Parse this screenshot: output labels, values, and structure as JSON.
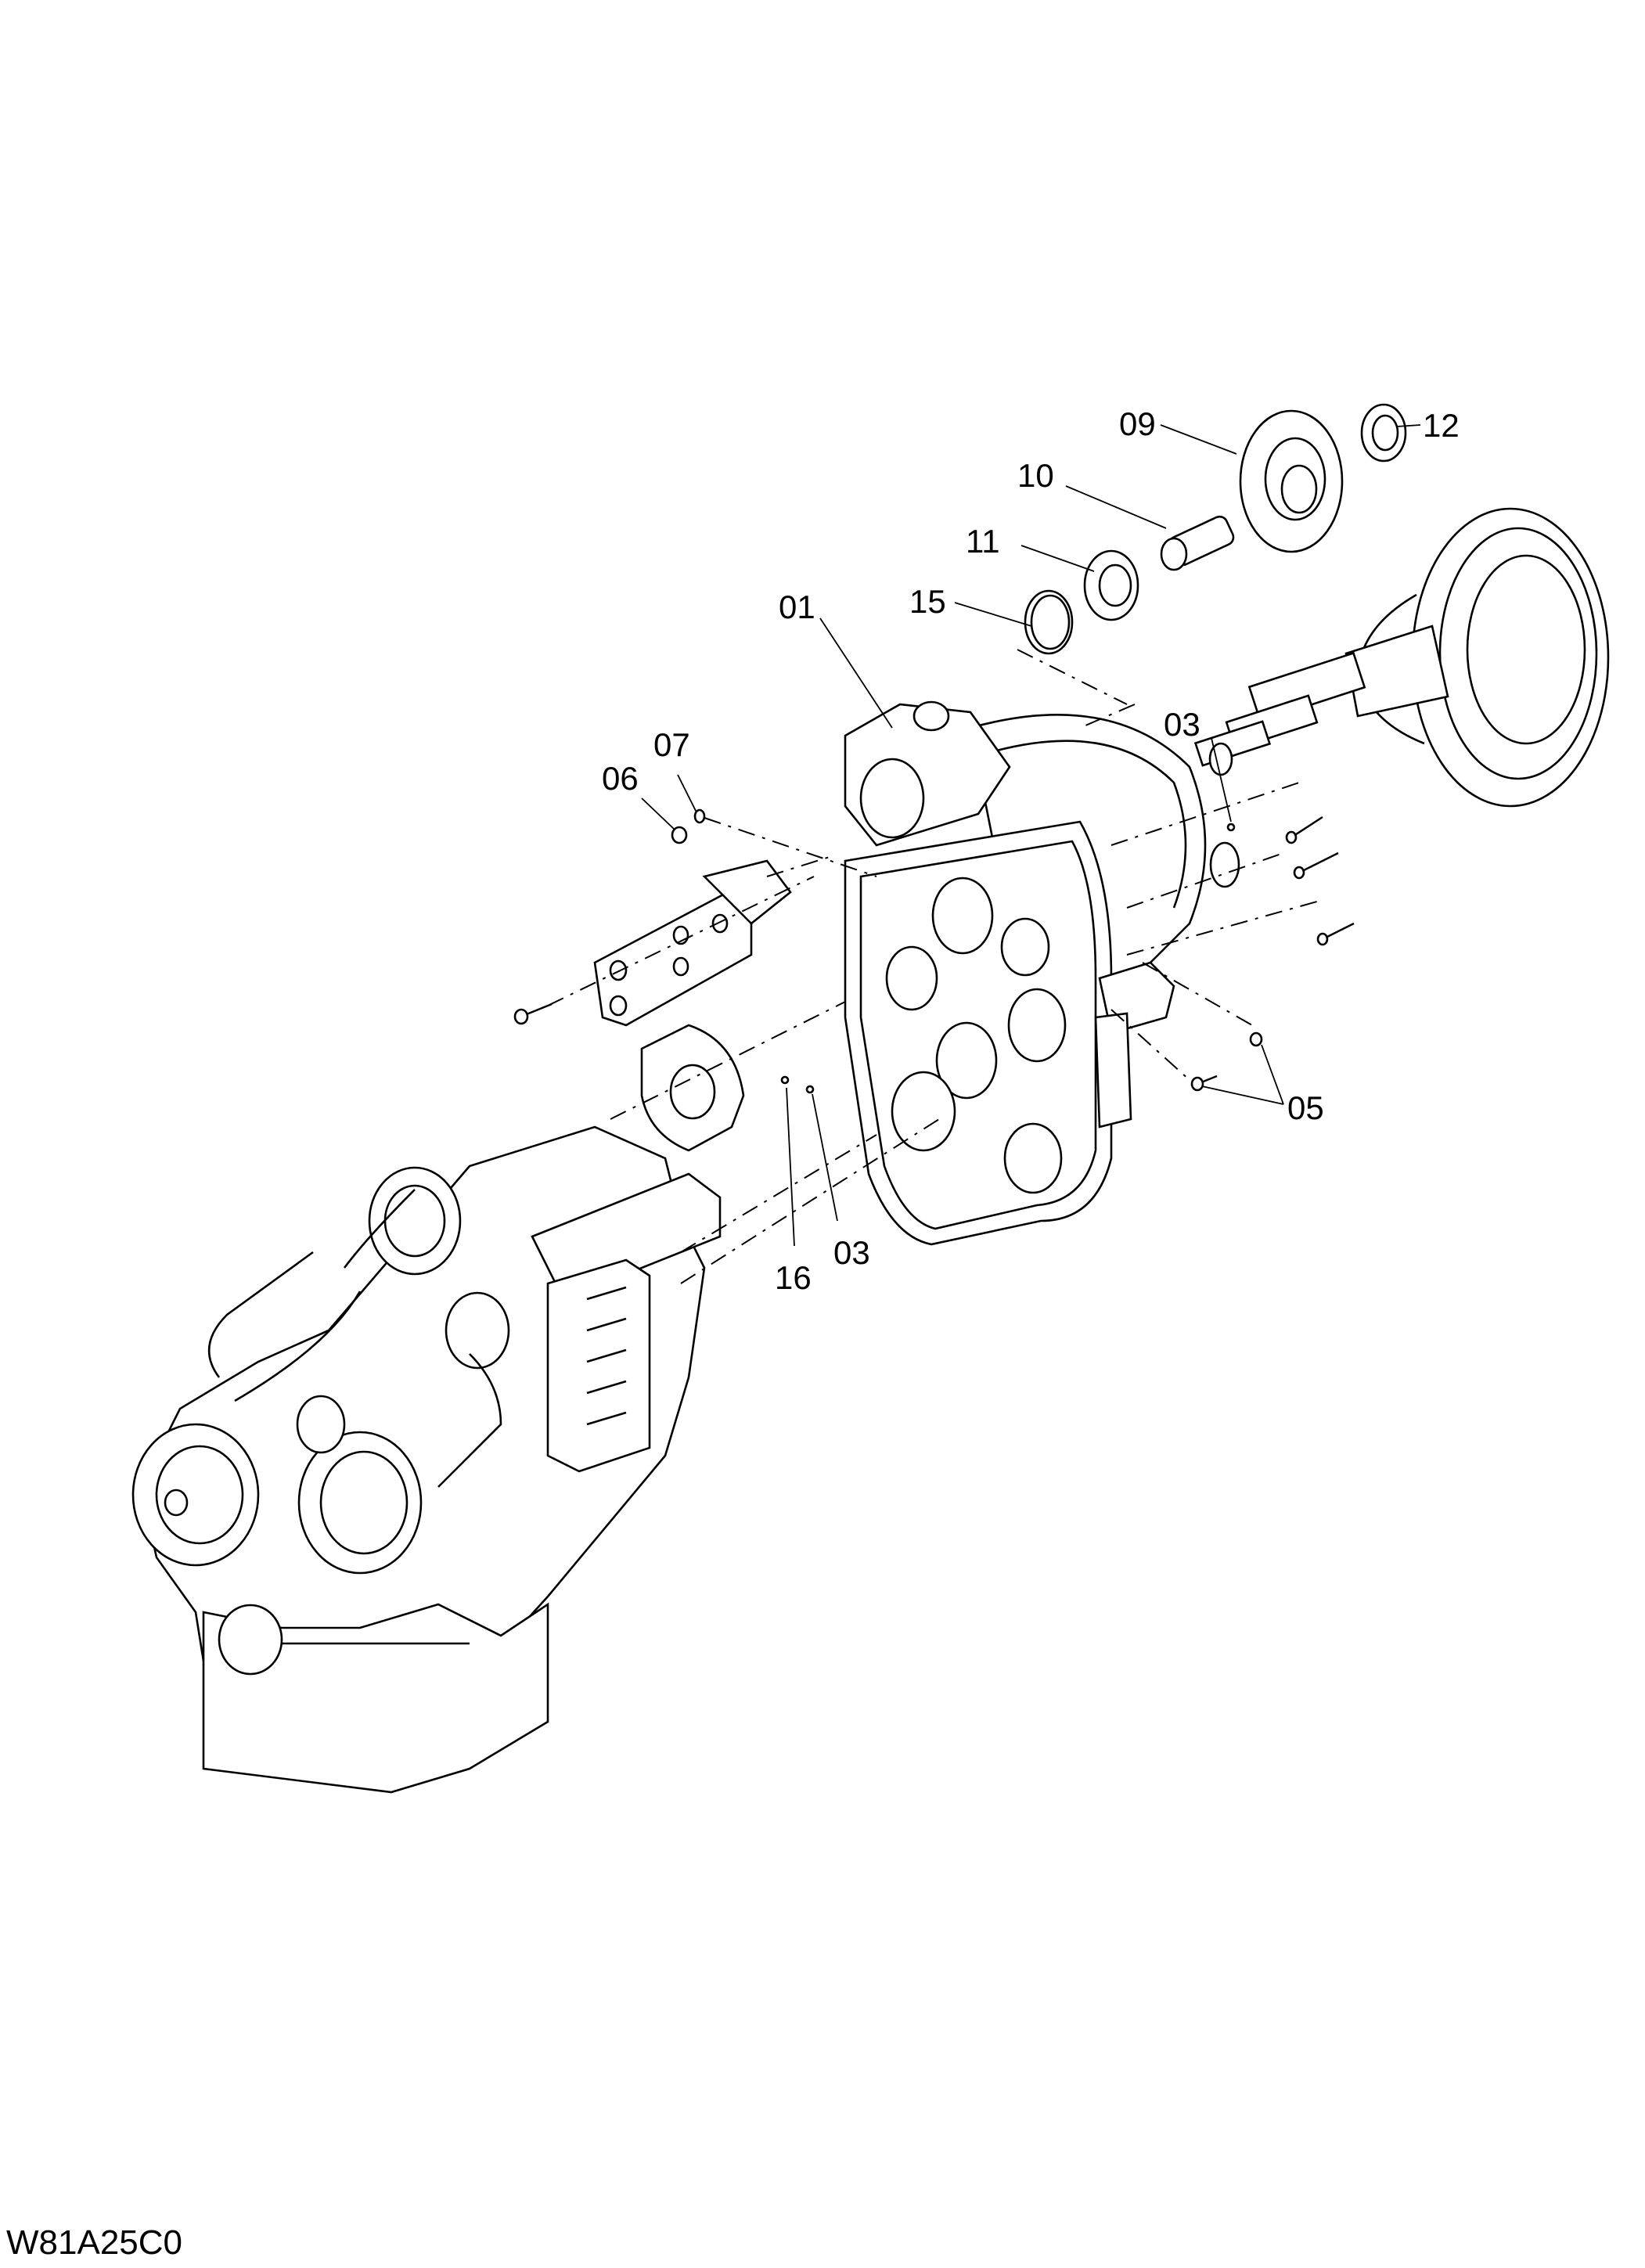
{
  "drawing_code": "W81A25C0",
  "callouts": [
    {
      "id": "c09",
      "label": "09"
    },
    {
      "id": "c12",
      "label": "12"
    },
    {
      "id": "c10",
      "label": "10"
    },
    {
      "id": "c11",
      "label": "11"
    },
    {
      "id": "c15",
      "label": "15"
    },
    {
      "id": "c01",
      "label": "01"
    },
    {
      "id": "c03a",
      "label": "03"
    },
    {
      "id": "c07",
      "label": "07"
    },
    {
      "id": "c06",
      "label": "06"
    },
    {
      "id": "c05",
      "label": "05"
    },
    {
      "id": "c16",
      "label": "16"
    },
    {
      "id": "c03b",
      "label": "03"
    }
  ]
}
